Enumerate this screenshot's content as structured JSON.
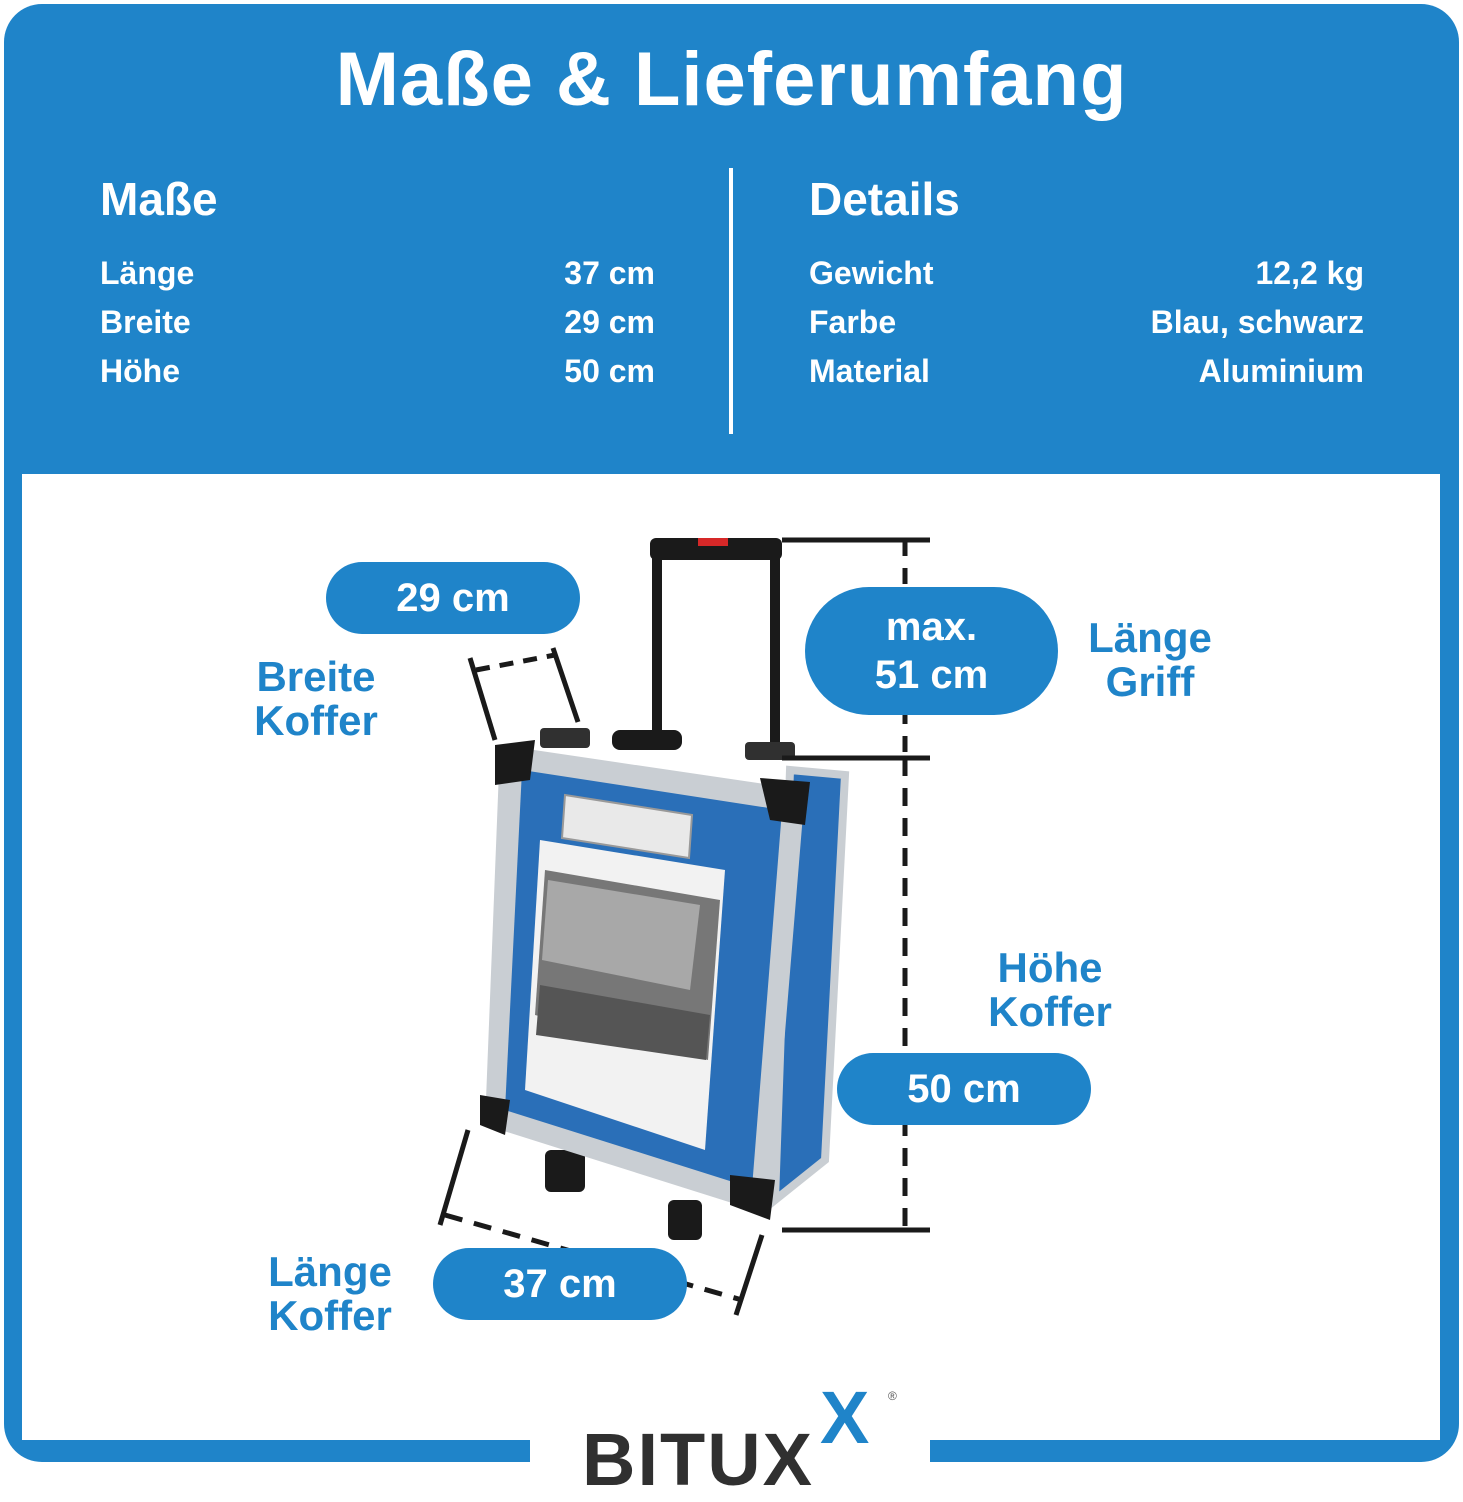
{
  "title": "Maße & Lieferumfang",
  "masse": {
    "heading": "Maße",
    "rows": [
      {
        "label": "Länge",
        "value": "37 cm"
      },
      {
        "label": "Breite",
        "value": "29 cm"
      },
      {
        "label": "Höhe",
        "value": "50 cm"
      }
    ]
  },
  "details": {
    "heading": "Details",
    "rows": [
      {
        "label": "Gewicht",
        "value": "12,2 kg"
      },
      {
        "label": "Farbe",
        "value": "Blau, schwarz"
      },
      {
        "label": "Material",
        "value": "Aluminium"
      }
    ]
  },
  "dimensions": {
    "breite": {
      "value": "29 cm",
      "label_line1": "Breite",
      "label_line2": "Koffer"
    },
    "griff": {
      "value_line1": "max.",
      "value_line2": "51 cm",
      "label_line1": "Länge",
      "label_line2": "Griff"
    },
    "hoehe": {
      "value": "50 cm",
      "label_line1": "Höhe",
      "label_line2": "Koffer"
    },
    "laenge": {
      "value": "37 cm",
      "label_line1": "Länge",
      "label_line2": "Koffer"
    }
  },
  "brand": {
    "name": "BITUX",
    "accent": "X",
    "registered": "®"
  },
  "colors": {
    "primary": "#1f84c9",
    "case_blue": "#2a6fb8",
    "text_dark": "#303030"
  }
}
